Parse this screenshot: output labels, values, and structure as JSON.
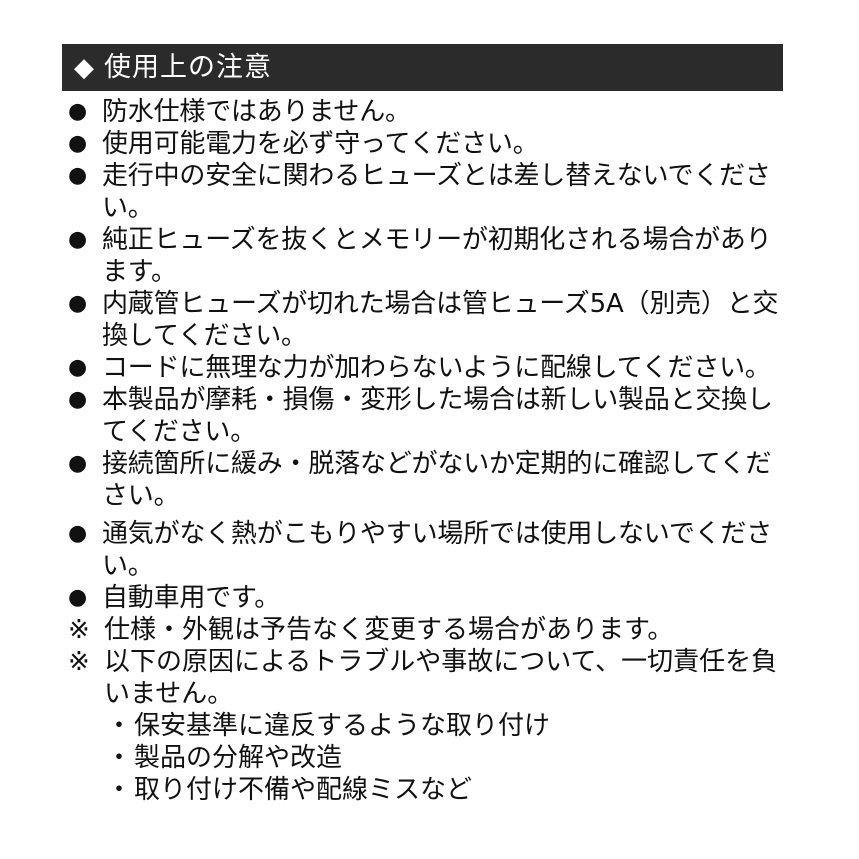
{
  "header": {
    "icon": "diamond",
    "title": "使用上の注意"
  },
  "items": [
    "防水仕様ではありません。",
    "使用可能電力を必ず守ってください。",
    "走行中の安全に関わるヒューズとは差し替えないでください。",
    "純正ヒューズを抜くとメモリーが初期化される場合があります。",
    "内蔵管ヒューズが切れた場合は管ヒューズ5A（別売）と交換してください。",
    "コードに無理な力が加わらないように配線してください。",
    "本製品が摩耗・損傷・変形した場合は新しい製品と交換してください。",
    "接続箇所に緩み・脱落などがないか定期的に確認してください。",
    "通気がなく熱がこもりやすい場所では使用しないでください。",
    "自動車用です。"
  ],
  "notes": [
    "仕様・外観は予告なく変更する場合があります。",
    "以下の原因によるトラブルや事故について、一切責任を負いません。"
  ],
  "sub_items": [
    "保安基準に違反するような取り付け",
    "製品の分解や改造",
    "取り付け不備や配線ミスなど"
  ],
  "colors": {
    "header_bg": "#2b2b2b",
    "header_text": "#ffffff",
    "text": "#111111"
  }
}
